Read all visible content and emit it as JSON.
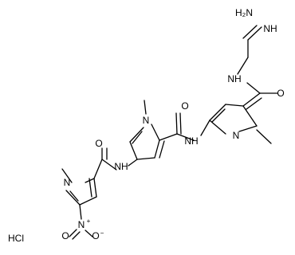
{
  "molecule": {
    "labels": {
      "amidine_nh2": "H₂N",
      "amidine_nh": "NH",
      "amide_nh_1": "NH",
      "amide_o_1": "O",
      "ring1_n": "N",
      "amide_o_2": "O",
      "amide_nh_2": "NH",
      "ring2_n": "N",
      "amide_o_3": "O",
      "amide_nh_3": "NH",
      "ring3_n": "N",
      "nitro_n_plus": "+",
      "nitro_o_top": "O",
      "nitro_o_right": "O",
      "nitro_o_minus": "−",
      "salt": "HCl"
    }
  }
}
